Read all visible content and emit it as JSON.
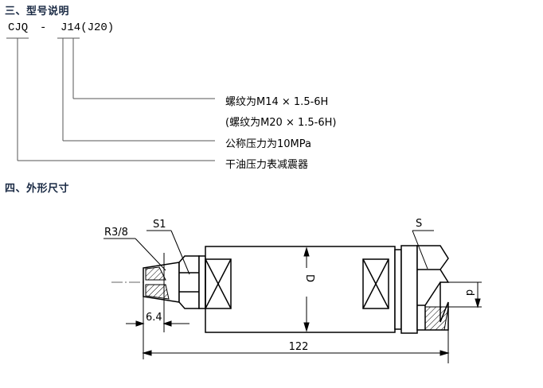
{
  "section3": {
    "title": "三、型号说明",
    "model_code": {
      "prefix": "CJQ",
      "dash": "-",
      "suffix": "J14(J20)"
    },
    "explanations": [
      "螺纹为M14 × 1.5-6H",
      "(螺纹为M20 × 1.5-6H)",
      "公称压力为10MPa",
      "干油压力表减震器"
    ]
  },
  "section4": {
    "title": "四、外形尺寸",
    "drawing": {
      "labels": {
        "thread": "R3/8",
        "hex_left": "S1",
        "hex_right": "S",
        "diameter": "D",
        "bore": "d",
        "thread_length": "6.4",
        "total_length": "122"
      }
    }
  },
  "colors": {
    "heading": "#1a2a44",
    "line": "#000000",
    "leader": "#555555"
  }
}
